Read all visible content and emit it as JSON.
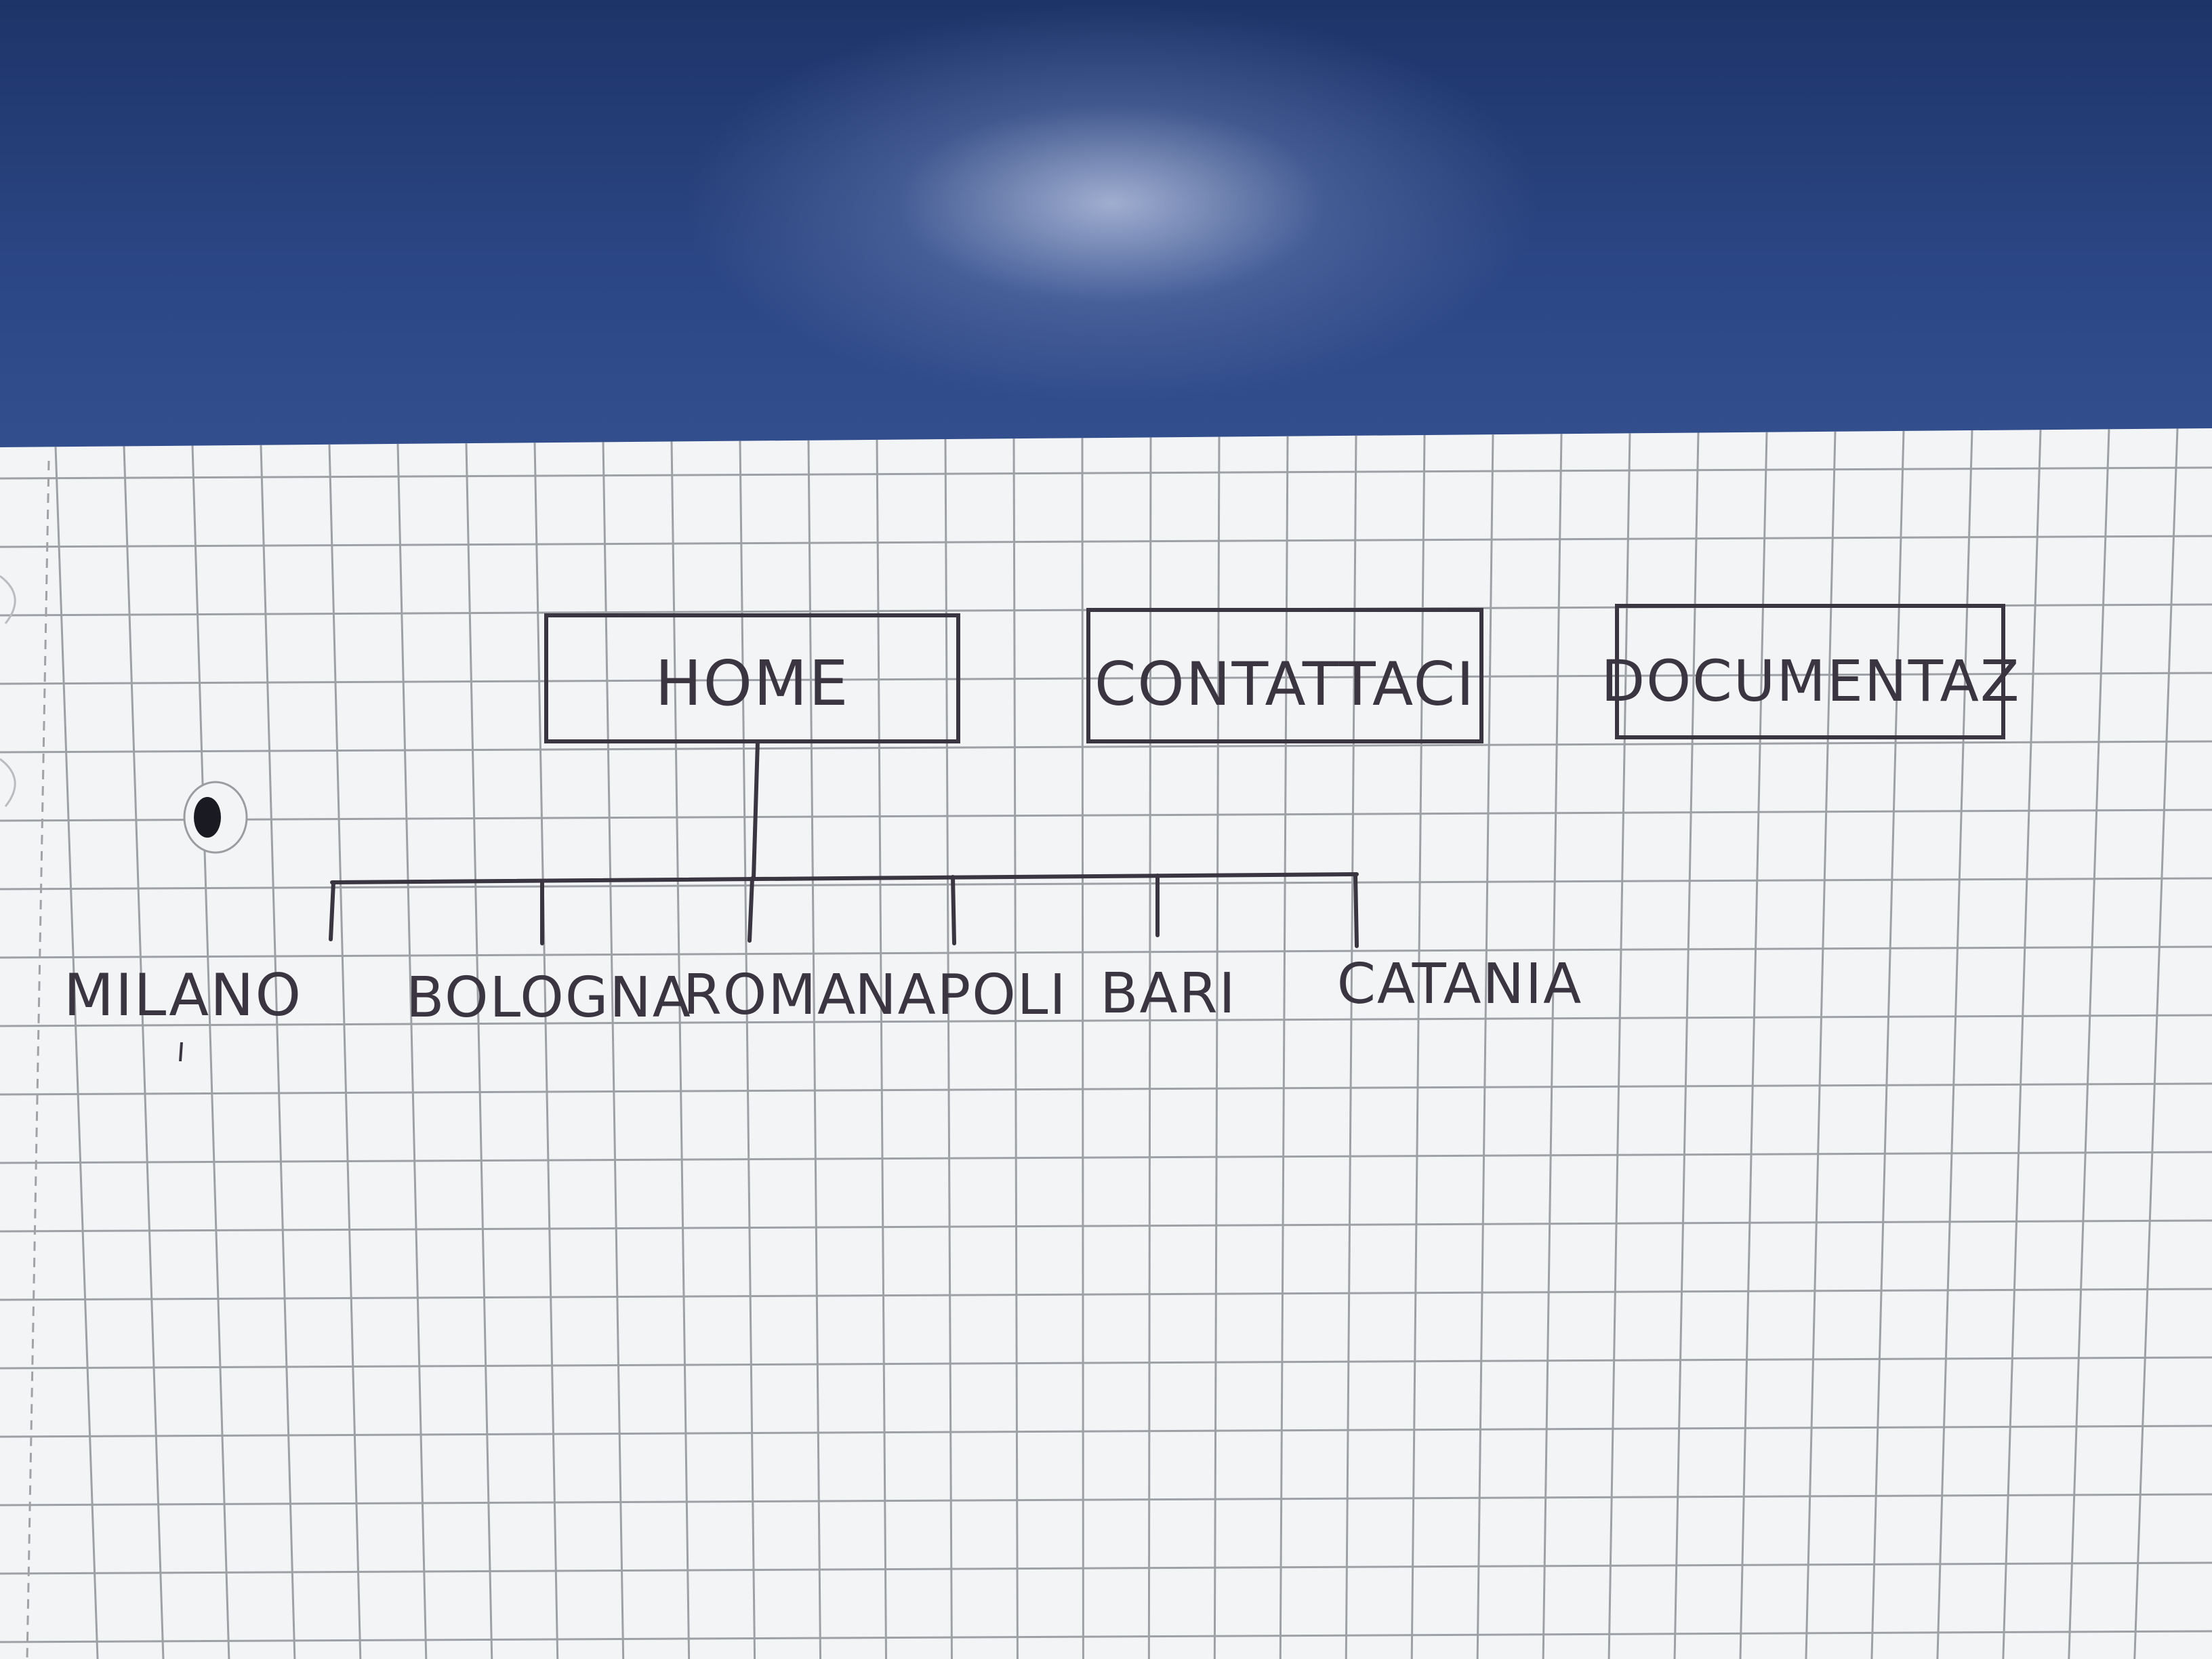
{
  "diagram": {
    "top_nodes": [
      {
        "id": "home",
        "label": "HOME"
      },
      {
        "id": "contattaci",
        "label": "CONTATTACI"
      },
      {
        "id": "documentaz",
        "label": "DOCUMENTAZ"
      }
    ],
    "children_of": "home",
    "child_nodes": [
      {
        "id": "milano",
        "label": "MILANO"
      },
      {
        "id": "bologna",
        "label": "BOLOGNA"
      },
      {
        "id": "roma",
        "label": "ROMA"
      },
      {
        "id": "napoli",
        "label": "NAPOLI"
      },
      {
        "id": "bari",
        "label": "BARI"
      },
      {
        "id": "catania",
        "label": "CATANIA"
      }
    ]
  },
  "colors": {
    "ink": "#3a3540",
    "grid": "#8f9297",
    "paper": "#f4f5f7",
    "table": "#2b4684"
  }
}
